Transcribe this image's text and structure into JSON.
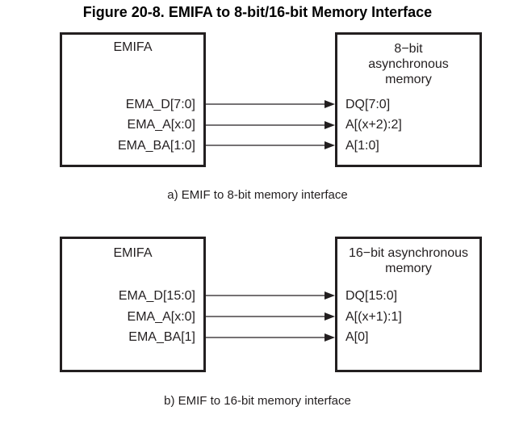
{
  "title": "Figure 20-8. EMIFA to 8-bit/16-bit Memory Interface",
  "diagram_a": {
    "left_box": {
      "name": "EMIFA",
      "signals": [
        "EMA_D[7:0]",
        "EMA_A[x:0]",
        "EMA_BA[1:0]"
      ]
    },
    "right_box": {
      "name_lines": [
        "8−bit",
        "asynchronous",
        "memory"
      ],
      "signals": [
        "DQ[7:0]",
        "A[(x+2):2]",
        "A[1:0]"
      ]
    },
    "caption": "a) EMIF to 8-bit memory interface"
  },
  "diagram_b": {
    "left_box": {
      "name": "EMIFA",
      "signals": [
        "EMA_D[15:0]",
        "EMA_A[x:0]",
        "EMA_BA[1]"
      ]
    },
    "right_box": {
      "name_lines": [
        "16−bit asynchronous",
        "memory"
      ],
      "signals": [
        "DQ[15:0]",
        "A[(x+1):1]",
        "A[0]"
      ]
    },
    "caption": "b) EMIF to 16-bit memory interface"
  }
}
